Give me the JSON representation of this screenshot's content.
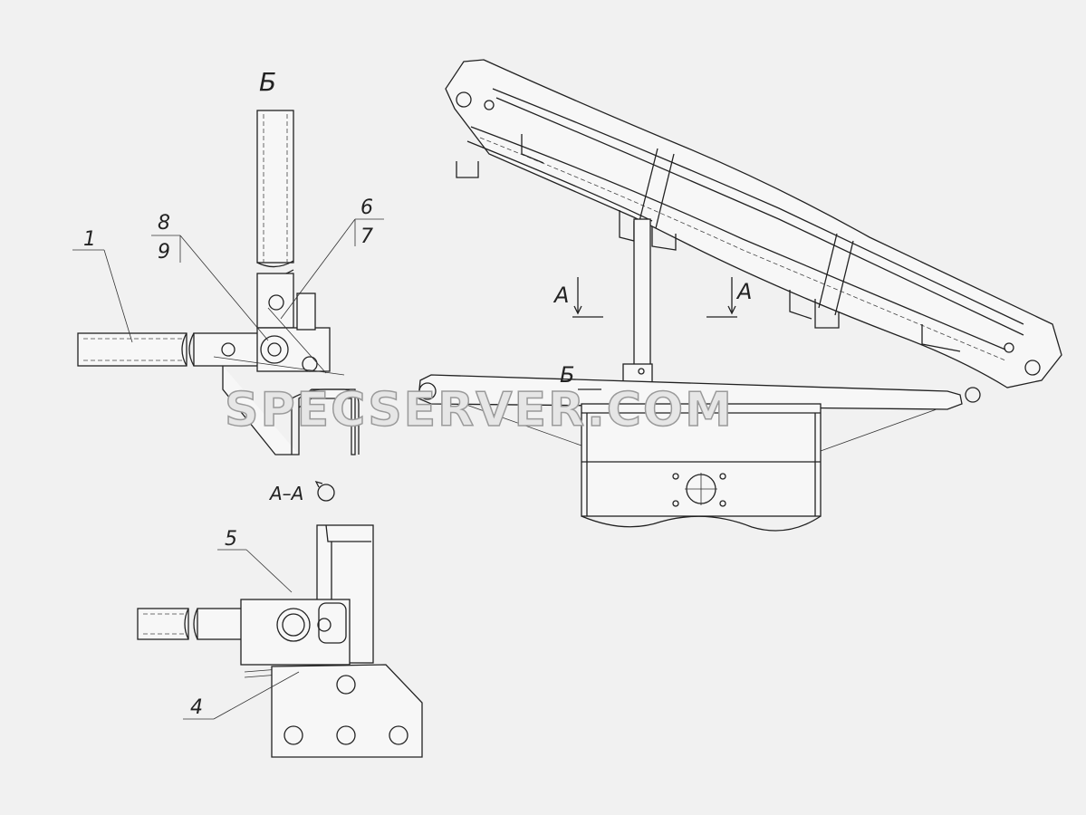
{
  "labels": {
    "view_b_title": "Б",
    "section_aa": "А–А",
    "callout_1": "1",
    "callout_8": "8",
    "callout_9": "9",
    "callout_6": "6",
    "callout_7": "7",
    "callout_5": "5",
    "callout_4": "4",
    "cut_a_left": "А",
    "cut_a_right": "А",
    "view_b_marker": "Б"
  },
  "watermark": "SPECSERVER.COM"
}
